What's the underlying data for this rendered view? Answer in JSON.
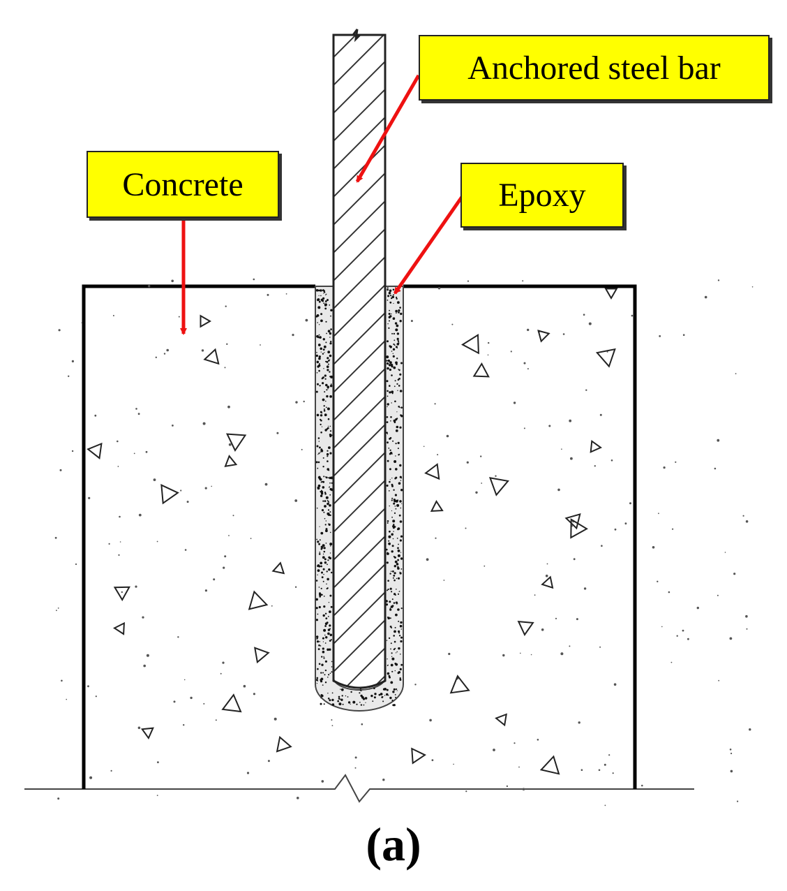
{
  "labels": {
    "steel_bar": "Anchored steel bar",
    "concrete": "Concrete",
    "epoxy": "Epoxy"
  },
  "caption": "(a)",
  "colors": {
    "label_fill": "#ffff00",
    "arrow": "#ee1111",
    "outline": "#000000"
  }
}
